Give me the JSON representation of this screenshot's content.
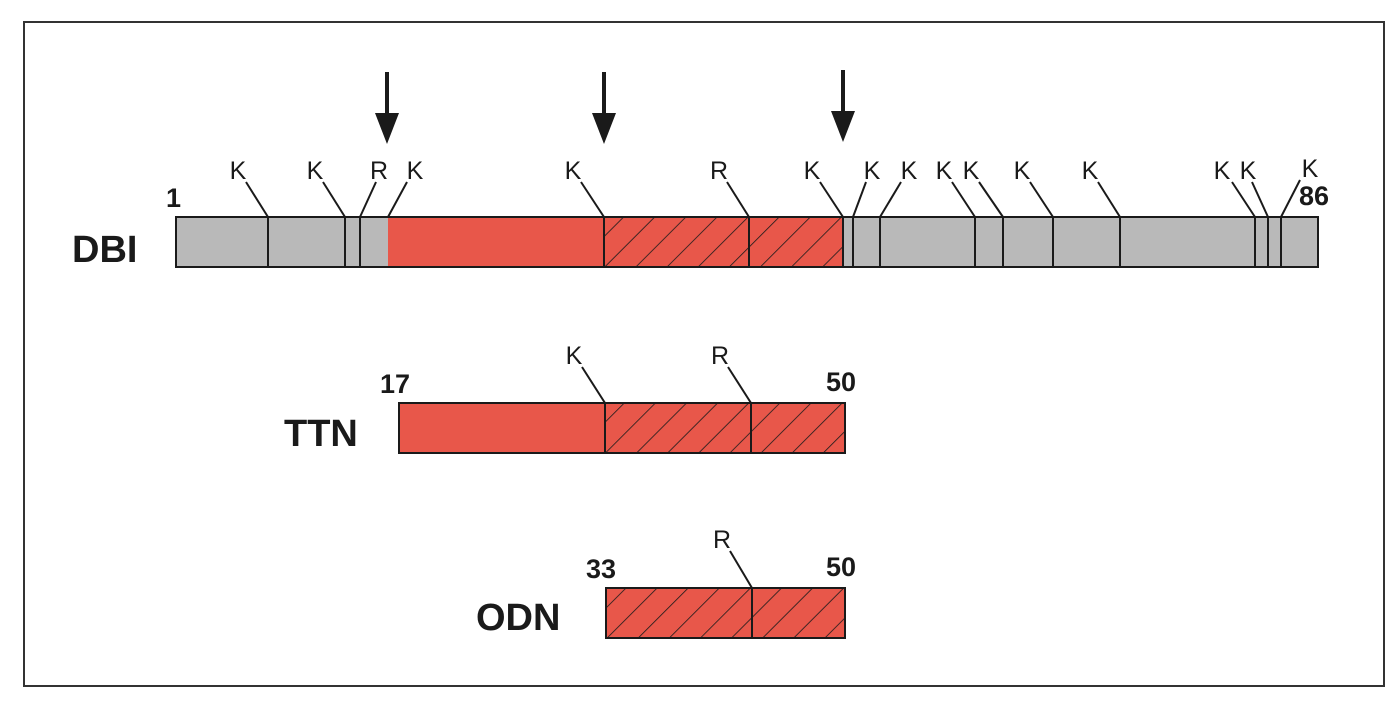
{
  "peptides": [
    {
      "name": "DBI",
      "start_label": "1",
      "end_label": "86",
      "markers": [
        {
          "label": "K"
        },
        {
          "label": "K"
        },
        {
          "label": "R"
        },
        {
          "label": "K"
        },
        {
          "label": "K"
        },
        {
          "label": "R"
        },
        {
          "label": "K"
        },
        {
          "label": "K"
        },
        {
          "label": "K"
        },
        {
          "label": "K"
        },
        {
          "label": "K"
        },
        {
          "label": "K"
        },
        {
          "label": "K"
        },
        {
          "label": "K"
        },
        {
          "label": "K"
        },
        {
          "label": "K"
        }
      ]
    },
    {
      "name": "TTN",
      "start_label": "17",
      "end_label": "50",
      "markers": [
        {
          "label": "K"
        },
        {
          "label": "R"
        }
      ]
    },
    {
      "name": "ODN",
      "start_label": "33",
      "end_label": "50",
      "markers": [
        {
          "label": "R"
        }
      ]
    }
  ],
  "colors": {
    "grey_region": "#b9b9b9",
    "red_region": "#e8574a",
    "outline": "#1a1a1a",
    "frame": "#333333"
  }
}
